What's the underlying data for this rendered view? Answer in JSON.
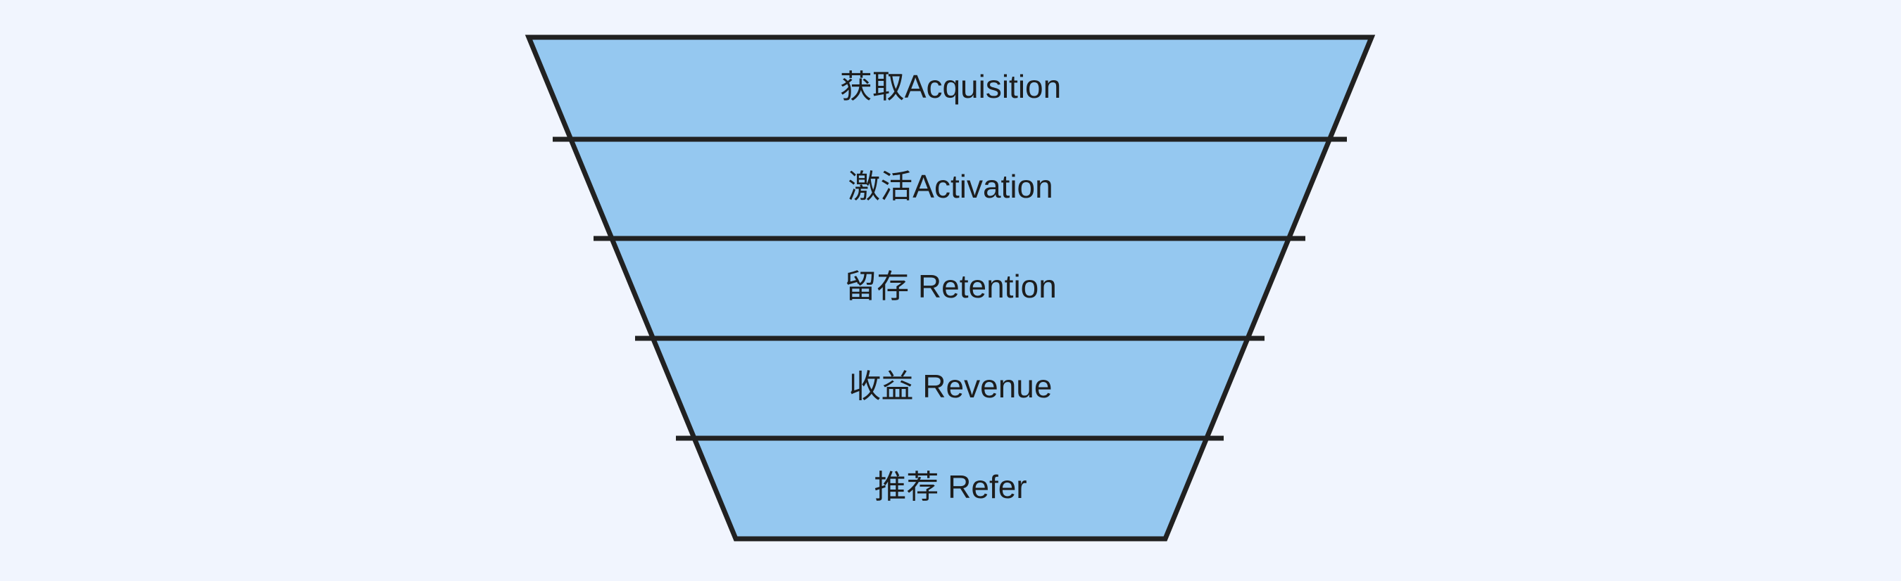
{
  "diagram": {
    "type": "funnel",
    "title": "",
    "background_color": "#f1f5fe",
    "fill_color": "#95c8f0",
    "stroke_color": "#212121",
    "text_color": "#1d1d1d",
    "stages": [
      {
        "label": "获取Acquisition"
      },
      {
        "label": "激活Activation"
      },
      {
        "label": "留存 Retention"
      },
      {
        "label": "收益 Revenue"
      },
      {
        "label": "推荐 Refer"
      }
    ]
  }
}
